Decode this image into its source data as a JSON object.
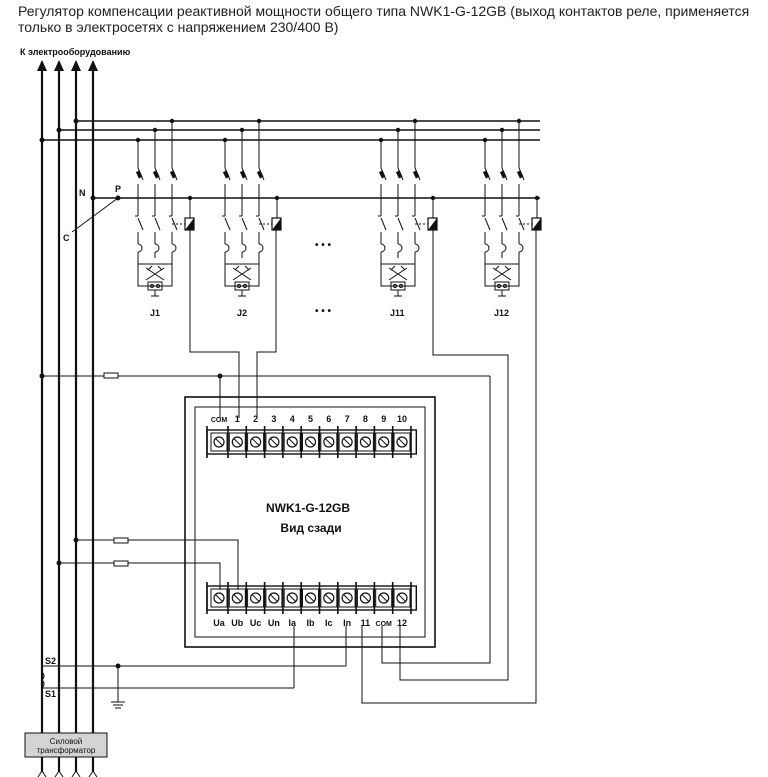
{
  "title": "Регулятор компенсации реактивной мощности общего типа NWK1-G-12GB (выход контактов реле, применяется только в электросетях с напряжением 230/400 В)",
  "labels": {
    "to_equipment": "К электрооборудованию",
    "n": "N",
    "p": "P",
    "c": "C",
    "s2": "S2",
    "s1": "S1",
    "transformer_line1": "Силовой",
    "transformer_line2": "трансформатор",
    "device_model": "NWK1-G-12GB",
    "device_view": "Вид сзади",
    "ellipsis": "• • •"
  },
  "groups": [
    "J1",
    "J2",
    "J11",
    "J12"
  ],
  "top_terminals": [
    "COM",
    "1",
    "2",
    "3",
    "4",
    "5",
    "6",
    "7",
    "8",
    "9",
    "10"
  ],
  "bottom_terminals": [
    "Ua",
    "Ub",
    "Uc",
    "Un",
    "Ia",
    "Ib",
    "Ic",
    "In",
    "11",
    "COM",
    "12"
  ]
}
